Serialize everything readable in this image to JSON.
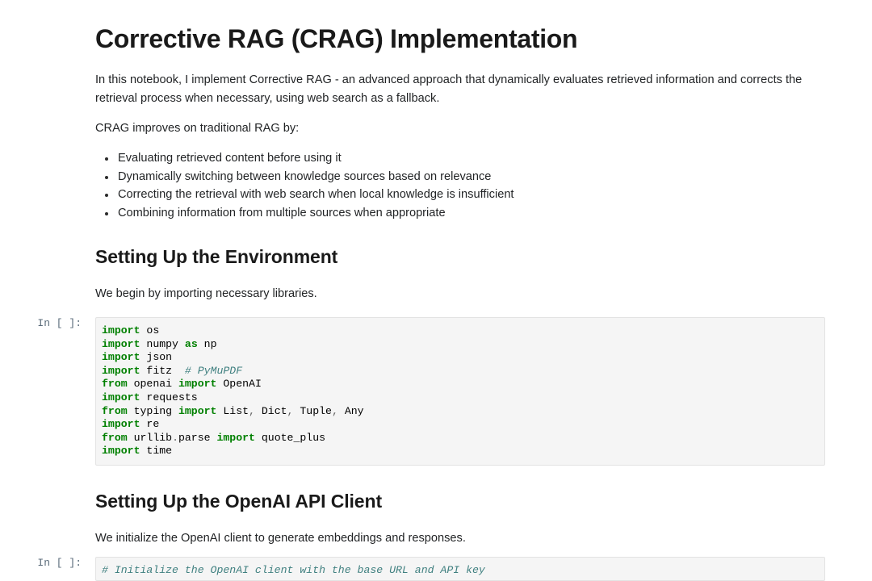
{
  "notebook": {
    "prompt_label": "In [ ]:",
    "title": "Corrective RAG (CRAG) Implementation",
    "intro_paragraph": "In this notebook, I implement Corrective RAG - an advanced approach that dynamically evaluates retrieved information and corrects the retrieval process when necessary, using web search as a fallback.",
    "improves_lead": "CRAG improves on traditional RAG by:",
    "bullets": [
      "Evaluating retrieved content before using it",
      "Dynamically switching between knowledge sources based on relevance",
      "Correcting the retrieval with web search when local knowledge is insufficient",
      "Combining information from multiple sources when appropriate"
    ],
    "sections": [
      {
        "heading": "Setting Up the Environment",
        "paragraph": "We begin by importing necessary libraries."
      },
      {
        "heading": "Setting Up the OpenAI API Client",
        "paragraph": "We initialize the OpenAI client to generate embeddings and responses."
      }
    ],
    "code_cells": [
      {
        "prompt": "In [ ]:",
        "lines": [
          "import os",
          "import numpy as np",
          "import json",
          "import fitz  # PyMuPDF",
          "from openai import OpenAI",
          "import requests",
          "from typing import List, Dict, Tuple, Any",
          "import re",
          "from urllib.parse import quote_plus",
          "import time"
        ]
      },
      {
        "prompt": "In [ ]:",
        "lines": [
          "# Initialize the OpenAI client with the base URL and API key"
        ]
      }
    ],
    "colors": {
      "page_background": "#ffffff",
      "text": "#212529",
      "heading": "#1a1a1a",
      "code_background": "#f5f5f5",
      "code_border": "#e3e3e3",
      "keyword": "#008000",
      "comment": "#408080",
      "prompt": "#5a6b7a"
    }
  }
}
